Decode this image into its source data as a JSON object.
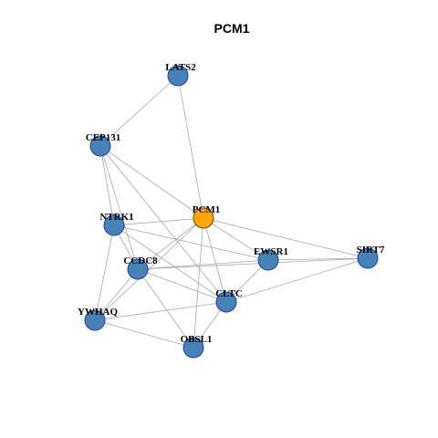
{
  "title": "PCM1",
  "colors": {
    "node_fill": "#4682b4",
    "node_stroke": "#1f3fbf",
    "center_fill": "#ffa500",
    "center_stroke": "#6b4a00",
    "edge": "#a8a8a8"
  },
  "nodes": [
    {
      "id": "LATS2",
      "label": "LATS2",
      "center": false
    },
    {
      "id": "CEP131",
      "label": "CEP131",
      "center": false
    },
    {
      "id": "PCM1",
      "label": "PCM1",
      "center": true
    },
    {
      "id": "NTRK1",
      "label": "NTRK1",
      "center": false
    },
    {
      "id": "EWSR1",
      "label": "EWSR1",
      "center": false
    },
    {
      "id": "SIRT7",
      "label": "SIRT7",
      "center": false
    },
    {
      "id": "CCDC8",
      "label": "CCDC8",
      "center": false
    },
    {
      "id": "CLTC",
      "label": "CLTC",
      "center": false
    },
    {
      "id": "YWHAQ",
      "label": "YWHAQ",
      "center": false
    },
    {
      "id": "OBSL1",
      "label": "OBSL1",
      "center": false
    }
  ],
  "edges": [
    [
      "LATS2",
      "CEP131"
    ],
    [
      "LATS2",
      "PCM1"
    ],
    [
      "CEP131",
      "PCM1"
    ],
    [
      "CEP131",
      "NTRK1"
    ],
    [
      "CEP131",
      "CCDC8"
    ],
    [
      "CEP131",
      "CLTC"
    ],
    [
      "NTRK1",
      "PCM1"
    ],
    [
      "NTRK1",
      "EWSR1"
    ],
    [
      "NTRK1",
      "CLTC"
    ],
    [
      "NTRK1",
      "YWHAQ"
    ],
    [
      "NTRK1",
      "CCDC8"
    ],
    [
      "PCM1",
      "EWSR1"
    ],
    [
      "PCM1",
      "SIRT7"
    ],
    [
      "PCM1",
      "CCDC8"
    ],
    [
      "PCM1",
      "CLTC"
    ],
    [
      "PCM1",
      "OBSL1"
    ],
    [
      "PCM1",
      "YWHAQ"
    ],
    [
      "EWSR1",
      "SIRT7"
    ],
    [
      "EWSR1",
      "CCDC8"
    ],
    [
      "EWSR1",
      "CLTC"
    ],
    [
      "SIRT7",
      "CCDC8"
    ],
    [
      "SIRT7",
      "CLTC"
    ],
    [
      "CCDC8",
      "CLTC"
    ],
    [
      "CCDC8",
      "YWHAQ"
    ],
    [
      "CCDC8",
      "OBSL1"
    ],
    [
      "CLTC",
      "YWHAQ"
    ],
    [
      "CLTC",
      "OBSL1"
    ],
    [
      "YWHAQ",
      "OBSL1"
    ]
  ]
}
